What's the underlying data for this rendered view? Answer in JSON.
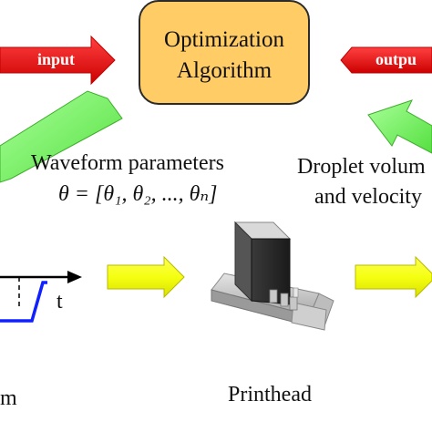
{
  "algorithm": {
    "line1": "Optimization",
    "line2": "Algorithm"
  },
  "arrows": {
    "input_label": "input",
    "output_label": "outpu"
  },
  "waveform": {
    "title": "Waveform parameters",
    "formula": "θ = [θ₁, θ₂, ..., θₙ]",
    "axis_label": "t",
    "caption_fragment": "m"
  },
  "droplet": {
    "line1": "Droplet volum",
    "line2": "and velocity"
  },
  "printhead": {
    "label": "Printhead"
  },
  "colors": {
    "algorithm_fill": "#ffcc66",
    "red_arrow": "#ee1111",
    "green_arrow": "#77ff66",
    "yellow_arrow": "#f5ff1a",
    "waveform_line": "#1020ff"
  }
}
